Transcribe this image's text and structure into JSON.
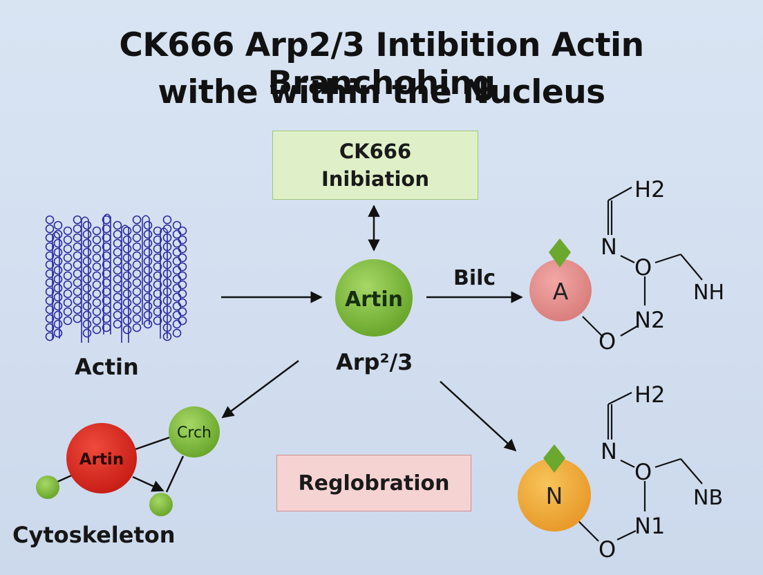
{
  "title": {
    "line1": "CK666 Arp2/3 Intibition Actin Branchohing",
    "line2": "withe within the Nucleus"
  },
  "boxes": {
    "ck666_line1": "CK666",
    "ck666_line2": "Inibiation",
    "reglobration": "Reglobration"
  },
  "labels": {
    "actin": "Actin",
    "arp": "Arp²/3",
    "bilc": "Bilc",
    "cytoskeleton": "Cytoskeleton"
  },
  "nodes": {
    "center": "Artin",
    "red": "Artin",
    "crch": "Crch",
    "a_circle": "A",
    "n_circle": "N"
  },
  "structure_top": {
    "top": "H2",
    "n_atom": "N",
    "o_atom": "O",
    "right": "NH",
    "n2": "N2",
    "o_bottom": "O"
  },
  "structure_bottom": {
    "top": "H2",
    "n_atom": "N",
    "o_atom": "O",
    "right": "NB",
    "n1": "N1",
    "o_bottom": "O"
  },
  "colors": {
    "background": "#d6e1f1",
    "green_node": "#7db83a",
    "red_node": "#d92b22",
    "pink_node": "#e39090",
    "orange_node": "#f0aa3a",
    "diamond": "#6aa82e",
    "filament": "#2a2aa0",
    "ck_box": "#dff0c8",
    "reg_box": "#f6d3d3"
  }
}
